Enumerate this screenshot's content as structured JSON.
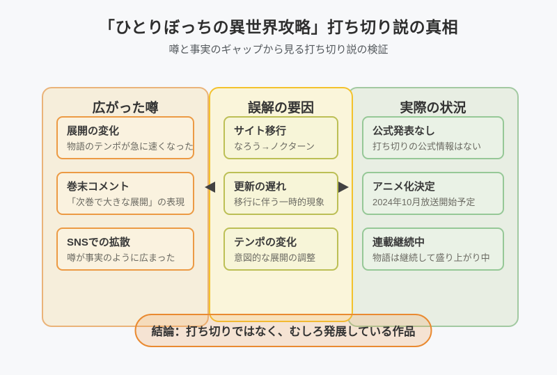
{
  "header": {
    "title": "「ひとりぼっちの異世界攻略」打ち切り説の真相",
    "subtitle": "噂と事実のギャップから見る打ち切り説の検証"
  },
  "columns": [
    {
      "id": "rumors",
      "title": "広がった噂",
      "cards": [
        {
          "title": "展開の変化",
          "desc": "物語のテンポが急に速くなった"
        },
        {
          "title": "巻末コメント",
          "desc": "「次巻で大きな展開」の表現"
        },
        {
          "title": "SNSでの拡散",
          "desc": "噂が事実のように広まった"
        }
      ]
    },
    {
      "id": "factors",
      "title": "誤解の要因",
      "cards": [
        {
          "title": "サイト移行",
          "desc": "なろう→ノクターン"
        },
        {
          "title": "更新の遅れ",
          "desc": "移行に伴う一時的現象"
        },
        {
          "title": "テンポの変化",
          "desc": "意図的な展開の調整"
        }
      ]
    },
    {
      "id": "reality",
      "title": "実際の状況",
      "cards": [
        {
          "title": "公式発表なし",
          "desc": "打ち切りの公式情報はない"
        },
        {
          "title": "アニメ化決定",
          "desc": "2024年10月放送開始予定"
        },
        {
          "title": "連載継続中",
          "desc": "物語は継続して盛り上がり中"
        }
      ]
    }
  ],
  "conclusion": {
    "label": "結論：打ち切りではなく、むしろ発展している作品"
  },
  "icons": {
    "left_arrow": "triangle-left-icon",
    "right_arrow": "triangle-right-icon"
  },
  "colors": {
    "page_bg": "#f7f8fa",
    "rumors_border": "#eab379",
    "rumors_bg": "#f6eedb",
    "rumors_card_border": "#ec9a44",
    "rumors_card_bg": "#faf2df",
    "factors_border": "#f3c22d",
    "factors_bg": "#faf5da",
    "factors_card_border": "#bcbf55",
    "factors_card_bg": "#f7f5d8",
    "reality_border": "#a2c9a1",
    "reality_bg": "#e8eee3",
    "reality_card_border": "#96c897",
    "reality_card_bg": "#eaf2e6",
    "conclusion_border": "#e98a31",
    "arrow": "#424242"
  }
}
